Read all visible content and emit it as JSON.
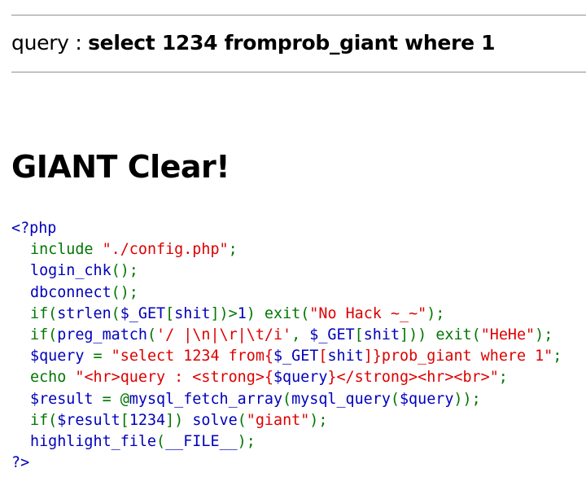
{
  "query": {
    "label": "query : ",
    "value": "select 1234 fromprob_giant where 1"
  },
  "heading": "GIANT Clear!",
  "colors": {
    "default": "#0000bb",
    "keyword": "#007700",
    "string": "#dd0000"
  },
  "code_lines": [
    {
      "indent": 0,
      "tokens": [
        {
          "c": "default",
          "t": "<?php"
        }
      ]
    },
    {
      "indent": 1,
      "tokens": [
        {
          "c": "keyword",
          "t": "include "
        },
        {
          "c": "string",
          "t": "\"./config.php\""
        },
        {
          "c": "keyword",
          "t": ";"
        }
      ]
    },
    {
      "indent": 1,
      "tokens": [
        {
          "c": "default",
          "t": "login_chk"
        },
        {
          "c": "keyword",
          "t": "();"
        }
      ]
    },
    {
      "indent": 1,
      "tokens": [
        {
          "c": "default",
          "t": "dbconnect"
        },
        {
          "c": "keyword",
          "t": "();"
        }
      ]
    },
    {
      "indent": 1,
      "tokens": [
        {
          "c": "keyword",
          "t": "if("
        },
        {
          "c": "default",
          "t": "strlen"
        },
        {
          "c": "keyword",
          "t": "("
        },
        {
          "c": "default",
          "t": "$_GET"
        },
        {
          "c": "keyword",
          "t": "["
        },
        {
          "c": "default",
          "t": "shit"
        },
        {
          "c": "keyword",
          "t": "])>"
        },
        {
          "c": "default",
          "t": "1"
        },
        {
          "c": "keyword",
          "t": ") exit("
        },
        {
          "c": "string",
          "t": "\"No Hack ~_~\""
        },
        {
          "c": "keyword",
          "t": ");"
        }
      ]
    },
    {
      "indent": 1,
      "tokens": [
        {
          "c": "keyword",
          "t": "if("
        },
        {
          "c": "default",
          "t": "preg_match"
        },
        {
          "c": "keyword",
          "t": "("
        },
        {
          "c": "string",
          "t": "'/ |\\n|\\r|\\t/i'"
        },
        {
          "c": "keyword",
          "t": ", "
        },
        {
          "c": "default",
          "t": "$_GET"
        },
        {
          "c": "keyword",
          "t": "["
        },
        {
          "c": "default",
          "t": "shit"
        },
        {
          "c": "keyword",
          "t": "])) exit("
        },
        {
          "c": "string",
          "t": "\"HeHe\""
        },
        {
          "c": "keyword",
          "t": ");"
        }
      ]
    },
    {
      "indent": 1,
      "tokens": [
        {
          "c": "default",
          "t": "$query "
        },
        {
          "c": "keyword",
          "t": "= "
        },
        {
          "c": "string",
          "t": "\"select 1234 from{"
        },
        {
          "c": "default",
          "t": "$_GET"
        },
        {
          "c": "string",
          "t": "["
        },
        {
          "c": "default",
          "t": "shit"
        },
        {
          "c": "string",
          "t": "]}prob_giant where 1\""
        },
        {
          "c": "keyword",
          "t": ";"
        }
      ]
    },
    {
      "indent": 1,
      "tokens": [
        {
          "c": "keyword",
          "t": "echo "
        },
        {
          "c": "string",
          "t": "\"<hr>query : <strong>{"
        },
        {
          "c": "default",
          "t": "$query"
        },
        {
          "c": "string",
          "t": "}</strong><hr><br>\""
        },
        {
          "c": "keyword",
          "t": ";"
        }
      ]
    },
    {
      "indent": 1,
      "tokens": [
        {
          "c": "default",
          "t": "$result "
        },
        {
          "c": "keyword",
          "t": "= @"
        },
        {
          "c": "default",
          "t": "mysql_fetch_array"
        },
        {
          "c": "keyword",
          "t": "("
        },
        {
          "c": "default",
          "t": "mysql_query"
        },
        {
          "c": "keyword",
          "t": "("
        },
        {
          "c": "default",
          "t": "$query"
        },
        {
          "c": "keyword",
          "t": "));"
        }
      ]
    },
    {
      "indent": 1,
      "tokens": [
        {
          "c": "keyword",
          "t": "if("
        },
        {
          "c": "default",
          "t": "$result"
        },
        {
          "c": "keyword",
          "t": "["
        },
        {
          "c": "default",
          "t": "1234"
        },
        {
          "c": "keyword",
          "t": "]) "
        },
        {
          "c": "default",
          "t": "solve"
        },
        {
          "c": "keyword",
          "t": "("
        },
        {
          "c": "string",
          "t": "\"giant\""
        },
        {
          "c": "keyword",
          "t": ");"
        }
      ]
    },
    {
      "indent": 1,
      "tokens": [
        {
          "c": "default",
          "t": "highlight_file"
        },
        {
          "c": "keyword",
          "t": "("
        },
        {
          "c": "default",
          "t": "__FILE__"
        },
        {
          "c": "keyword",
          "t": ");"
        }
      ]
    },
    {
      "indent": 0,
      "tokens": [
        {
          "c": "default",
          "t": "?>"
        }
      ]
    }
  ]
}
